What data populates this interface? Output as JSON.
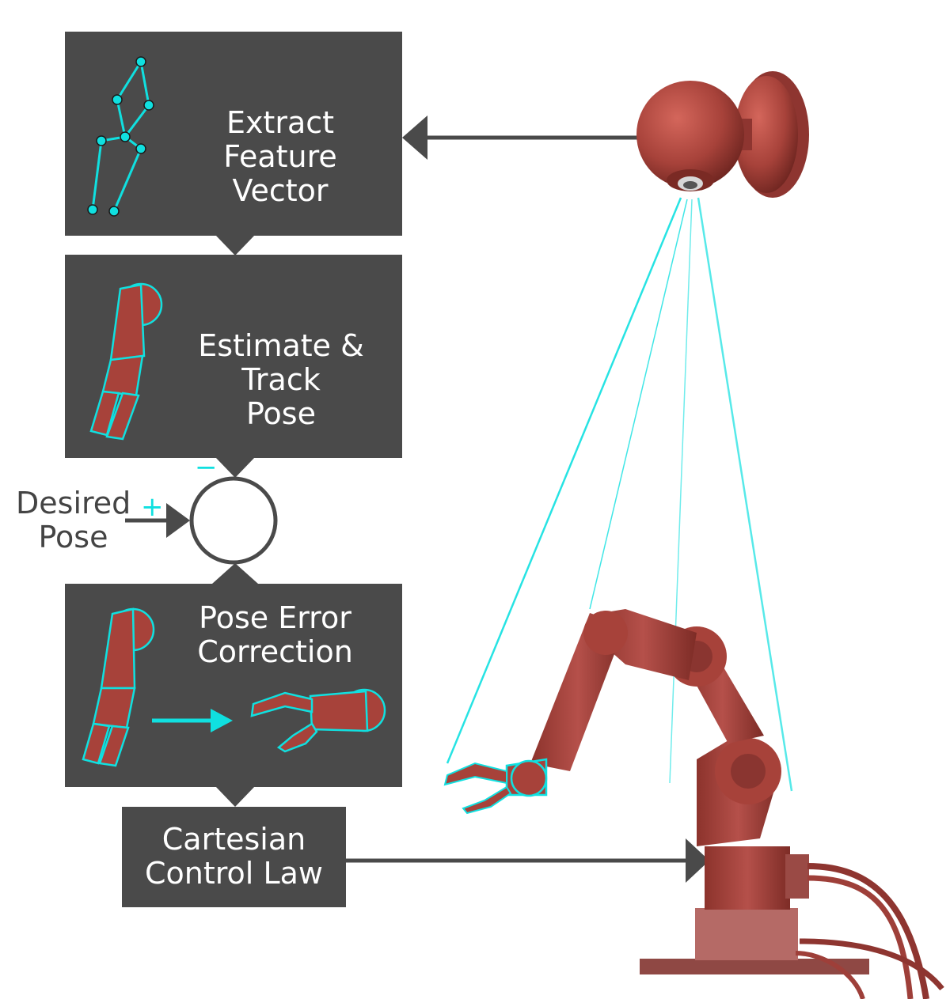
{
  "diagram": {
    "steps": {
      "extract": "Extract Feature\nVector",
      "estimate": "Estimate & Track\nPose",
      "correction": "Pose Error\nCorrection",
      "control": "Cartesian\nControl Law"
    },
    "input": {
      "label": "Desired\nPose",
      "plus": "+",
      "minus": "−"
    }
  },
  "colors": {
    "box": "#4a4a4a",
    "arrow": "#4a4a4a",
    "accent_cyan": "#10e0e0",
    "robot_red": "#a7423a"
  },
  "icons": {
    "skeleton": "skeleton-keypoints-icon",
    "gripper": "robot-gripper-icon",
    "camera": "overhead-camera-icon",
    "robot": "robot-arm-icon"
  }
}
